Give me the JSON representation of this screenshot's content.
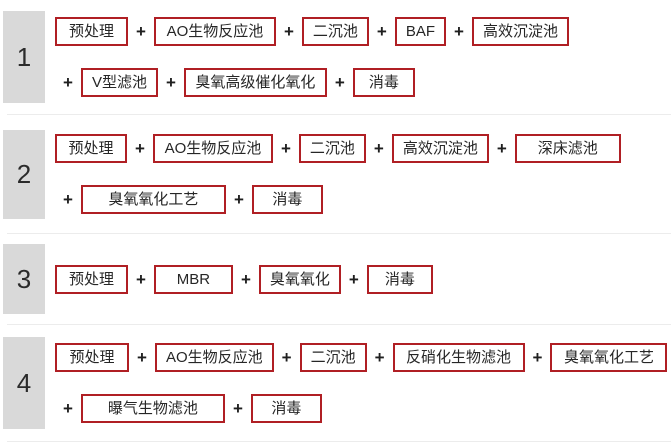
{
  "palette": {
    "box_border": "#b01f24",
    "number_bg": "#d9d9d9",
    "divider": "#ececec",
    "text": "#262626"
  },
  "plus": "+",
  "schemes": [
    {
      "number": "1",
      "steps": [
        "预处理",
        "AO生物反应池",
        "二沉池",
        "BAF",
        "高效沉淀池",
        "V型滤池",
        "臭氧高级催化氧化",
        "消毒"
      ]
    },
    {
      "number": "2",
      "steps": [
        "预处理",
        "AO生物反应池",
        "二沉池",
        "高效沉淀池",
        "深床滤池",
        "臭氧氧化工艺",
        "消毒"
      ]
    },
    {
      "number": "3",
      "steps": [
        "预处理",
        "MBR",
        "臭氧氧化",
        "消毒"
      ]
    },
    {
      "number": "4",
      "steps": [
        "预处理",
        "AO生物反应池",
        "二沉池",
        "反硝化生物滤池",
        "臭氧氧化工艺",
        "曝气生物滤池",
        "消毒"
      ]
    }
  ]
}
